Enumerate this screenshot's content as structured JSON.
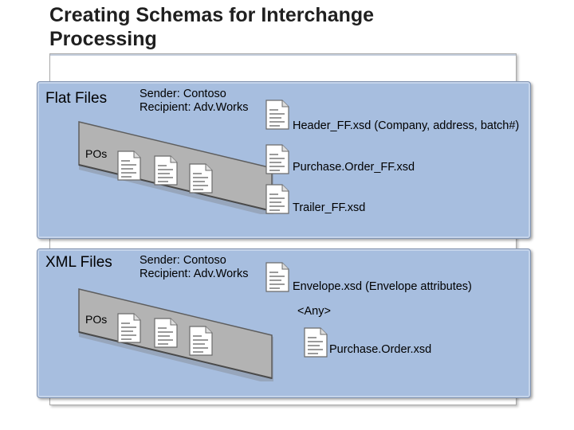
{
  "slide": {
    "title_line1": "Creating Schemas for Interchange",
    "title_line2": "Processing"
  },
  "flat_section": {
    "title": "Flat Files",
    "sender": "Sender: Contoso",
    "recipient": "Recipient: Adv.Works",
    "batch_label": "POs",
    "schemas": [
      "Header_FF.xsd (Company, address, batch#)",
      "Purchase.Order_FF.xsd",
      "Trailer_FF.xsd"
    ]
  },
  "xml_section": {
    "title": "XML Files",
    "sender": "Sender: Contoso",
    "recipient": "Recipient: Adv.Works",
    "batch_label": "POs",
    "envelope_schema": "Envelope.xsd (Envelope attributes)",
    "any_label": "<Any>",
    "body_schema": "Purchase.Order.xsd"
  },
  "colors": {
    "panel_fill": "#a7bedf",
    "tray_fill": "#b3b3b3",
    "document_fill": "#ffffff"
  }
}
